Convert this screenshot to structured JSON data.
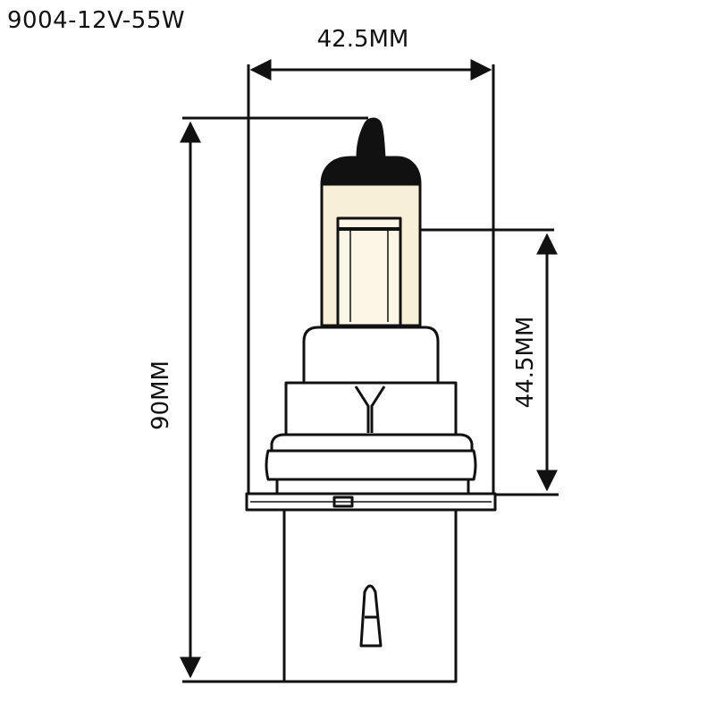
{
  "title": "9004-12V-55W",
  "dimensions": {
    "width": "42.5MM",
    "height": "90MM",
    "focal": "44.5MM"
  },
  "colors": {
    "line": "#111111",
    "glass": "#f7efd6",
    "cap": "#111111"
  }
}
